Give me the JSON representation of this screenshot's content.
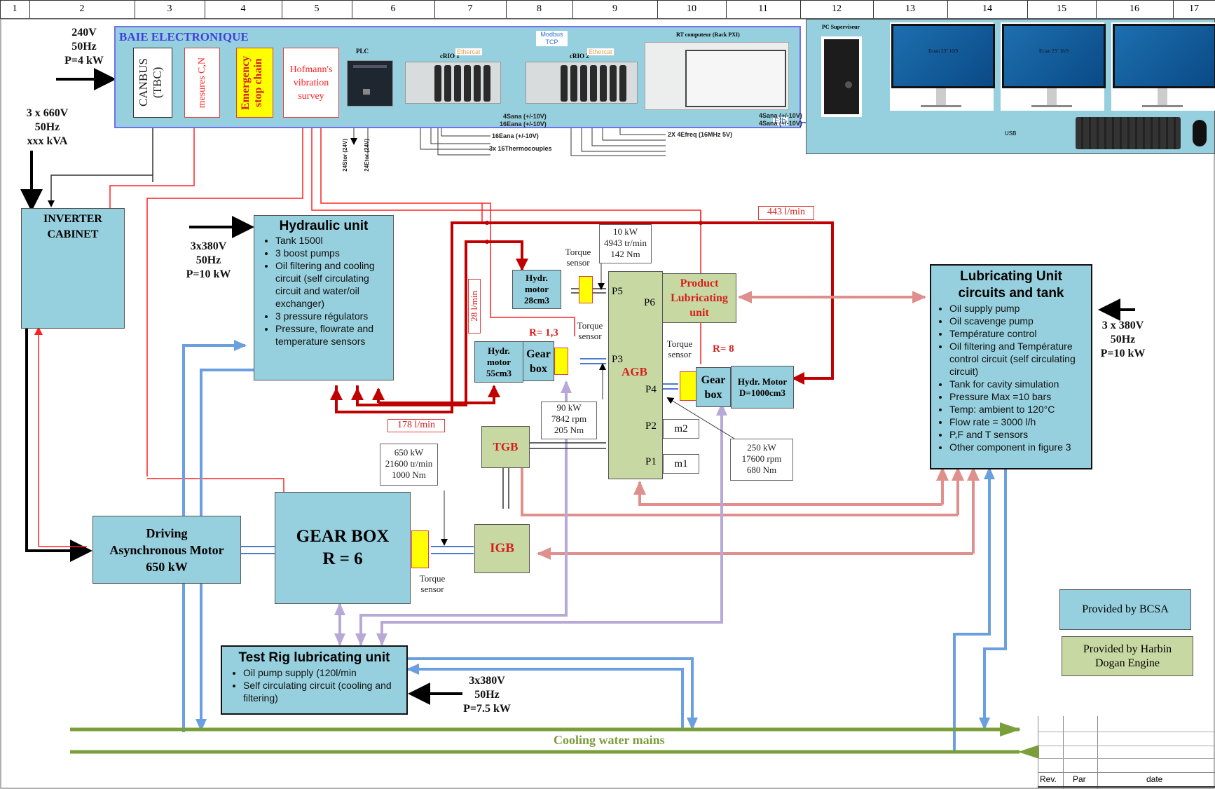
{
  "column_headers": [
    "1",
    "2",
    "3",
    "4",
    "5",
    "6",
    "7",
    "8",
    "9",
    "10",
    "11",
    "12",
    "13",
    "14",
    "15",
    "16",
    "17"
  ],
  "electronics_bay": {
    "title": "BAIE ELECTRONIQUE",
    "canbus": "CANBUS (TBC)",
    "mesures": "mesures C,N",
    "emergency": "Emergency stop chain",
    "hofmann": "Hofmann's vibration survey",
    "plc_label": "PLC",
    "crio1_label": "cRIO 1",
    "crio2_label": "cRIO 2",
    "rt_label": "RT computeur (Rack PXI)",
    "modbus": "Modbus TCP",
    "ethercat1": "Ethercat",
    "ethercat2": "Ethercat",
    "eth": "Eth",
    "plc_io": [
      "24Stor (24V)",
      "24Etor (24V)"
    ],
    "crio1_io": [
      "4Sana (+/-10V)",
      "16Eana (+/-10V)",
      "16Eana (+/-10V)",
      "3x 16Thermocouples"
    ],
    "crio2_io": [
      "4Sana (+/-10V)",
      "4Sana (+/-10V)",
      "2X 4Efreq (16MHz 5V)"
    ]
  },
  "supervisor": {
    "pc_label": "PC Superviseur",
    "screen1": "Ecran 23\" 16/9",
    "screen2": "Ecran 23\" 16/9",
    "usb": "USB"
  },
  "power_inputs": {
    "bay": [
      "240V",
      "50Hz",
      "P=4 kW"
    ],
    "inverter": [
      "3 x 660V",
      "50Hz",
      "xxx kVA"
    ],
    "hydraulic": [
      "3x380V",
      "50Hz",
      "P=10 kW"
    ],
    "lube": [
      "3 x 380V",
      "50Hz",
      "P=10 kW"
    ],
    "test_rig": [
      "3x380V",
      "50Hz",
      "P=7.5 kW"
    ]
  },
  "inverter": {
    "title": "INVERTER CABINET"
  },
  "hydraulic_unit": {
    "title": "Hydraulic unit",
    "items": [
      "Tank 1500l",
      "3 boost pumps",
      "Oil filtering and cooling circuit (self circulating circuit and water/oil exchanger)",
      "3 pressure régulators",
      "Pressure, flowrate and temperature sensors"
    ]
  },
  "flows": {
    "f443": "443 l/min",
    "f28": "28 l/min",
    "f178": "178 l/min"
  },
  "hydr_motor_28": "Hydr. motor 28cm3",
  "hydr_motor_55": "Hydr. motor 55cm3",
  "hydr_motor_1000": "Hydr. Motor D=1000cm3",
  "gearbox_small": "Gear box",
  "ratio_13": "R= 1,3",
  "ratio_8": "R= 8",
  "torque_sensor": "Torque sensor",
  "spec_p5": [
    "10 kW",
    "4943 tr/min",
    "142 Nm"
  ],
  "spec_p3": [
    "90 kW",
    "7842 rpm",
    "205 Nm"
  ],
  "spec_p4": [
    "250 kW",
    "17600 rpm",
    "680 Nm"
  ],
  "spec_main": [
    "650 kW",
    "21600 tr/min",
    "1000 Nm"
  ],
  "agb": {
    "title": "AGB",
    "ports": [
      "P5",
      "P6",
      "P3",
      "P4",
      "P2",
      "P1"
    ],
    "m2": "m2",
    "m1": "m1"
  },
  "product_lube": "Product Lubricating unit",
  "tgb": "TGB",
  "igb": "IGB",
  "main_gearbox": [
    "GEAR BOX",
    "R = 6"
  ],
  "driving_motor": [
    "Driving",
    "Asynchronous Motor",
    "650 kW"
  ],
  "lube_unit": {
    "title": "Lubricating Unit circuits and tank",
    "items": [
      "Oil supply pump",
      "Oil scavenge pump",
      "Température control",
      "Oil filtering and Température control circuit (self circulating circuit)",
      "Tank for cavity simulation",
      "Pressure Max =10 bars",
      "Temp:  ambient to  120°C",
      "Flow rate = 3000 l/h",
      "P,F and T sensors",
      "Other component in figure 3"
    ]
  },
  "test_rig_lube": {
    "title": "Test Rig lubricating unit",
    "items": [
      "Oil pump supply (120l/min",
      "Self circulating circuit (cooling and filtering)"
    ]
  },
  "cooling_water": "Cooling water mains",
  "legend": {
    "bcsa": "Provided by BCSA",
    "harbin": "Provided by Harbin Dogan Engine"
  },
  "revision_table": {
    "headers": [
      "Rev.",
      "Par",
      "date"
    ]
  },
  "colors": {
    "blue_box": "#96cfdd",
    "green_box": "#c8d8a2",
    "hydraulic_red": "#c00000",
    "signal_red": "#ff2020",
    "lube_pink": "#e0908c",
    "water_blue": "#6a9fe0",
    "purple": "#b8a8d8",
    "cooling_green": "#7a9e3a",
    "yellow_sensor": "#ffff00"
  }
}
